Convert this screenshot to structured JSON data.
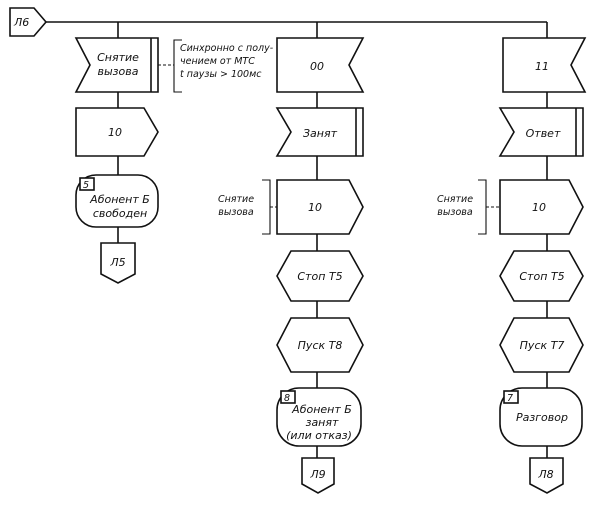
{
  "entry": {
    "label": "Л6"
  },
  "columns": [
    {
      "input": {
        "lines": [
          "Снятие",
          "вызова"
        ]
      },
      "input_note": {
        "lines": [
          "Синхронно с полу-",
          "чением от МТС",
          "t паузы > 100мс"
        ]
      },
      "steps": [
        {
          "kind": "send",
          "lines": [
            "10"
          ]
        },
        {
          "kind": "state",
          "number": "5",
          "lines": [
            "Абонент Б",
            "свободен"
          ]
        }
      ],
      "exit": {
        "label": "Л5"
      }
    },
    {
      "input": {
        "lines": [
          "00"
        ]
      },
      "steps": [
        {
          "kind": "input-mid",
          "lines": [
            "Занят"
          ]
        },
        {
          "kind": "send",
          "lines": [
            "10"
          ],
          "note": [
            "Снятие",
            "вызова"
          ]
        },
        {
          "kind": "task",
          "lines": [
            "Стоп Т5"
          ]
        },
        {
          "kind": "task",
          "lines": [
            "Пуск Т8"
          ]
        },
        {
          "kind": "state",
          "number": "8",
          "lines": [
            "Абонент Б",
            "занят",
            "(или отказ)"
          ]
        }
      ],
      "exit": {
        "label": "Л9"
      }
    },
    {
      "input": {
        "lines": [
          "11"
        ]
      },
      "steps": [
        {
          "kind": "input-mid",
          "lines": [
            "Ответ"
          ]
        },
        {
          "kind": "send",
          "lines": [
            "10"
          ],
          "note": [
            "Снятие",
            "вызова"
          ]
        },
        {
          "kind": "task",
          "lines": [
            "Стоп Т5"
          ]
        },
        {
          "kind": "task",
          "lines": [
            "Пуск Т7"
          ]
        },
        {
          "kind": "state",
          "number": "7",
          "lines": [
            "Разговор"
          ]
        }
      ],
      "exit": {
        "label": "Л8"
      }
    }
  ]
}
